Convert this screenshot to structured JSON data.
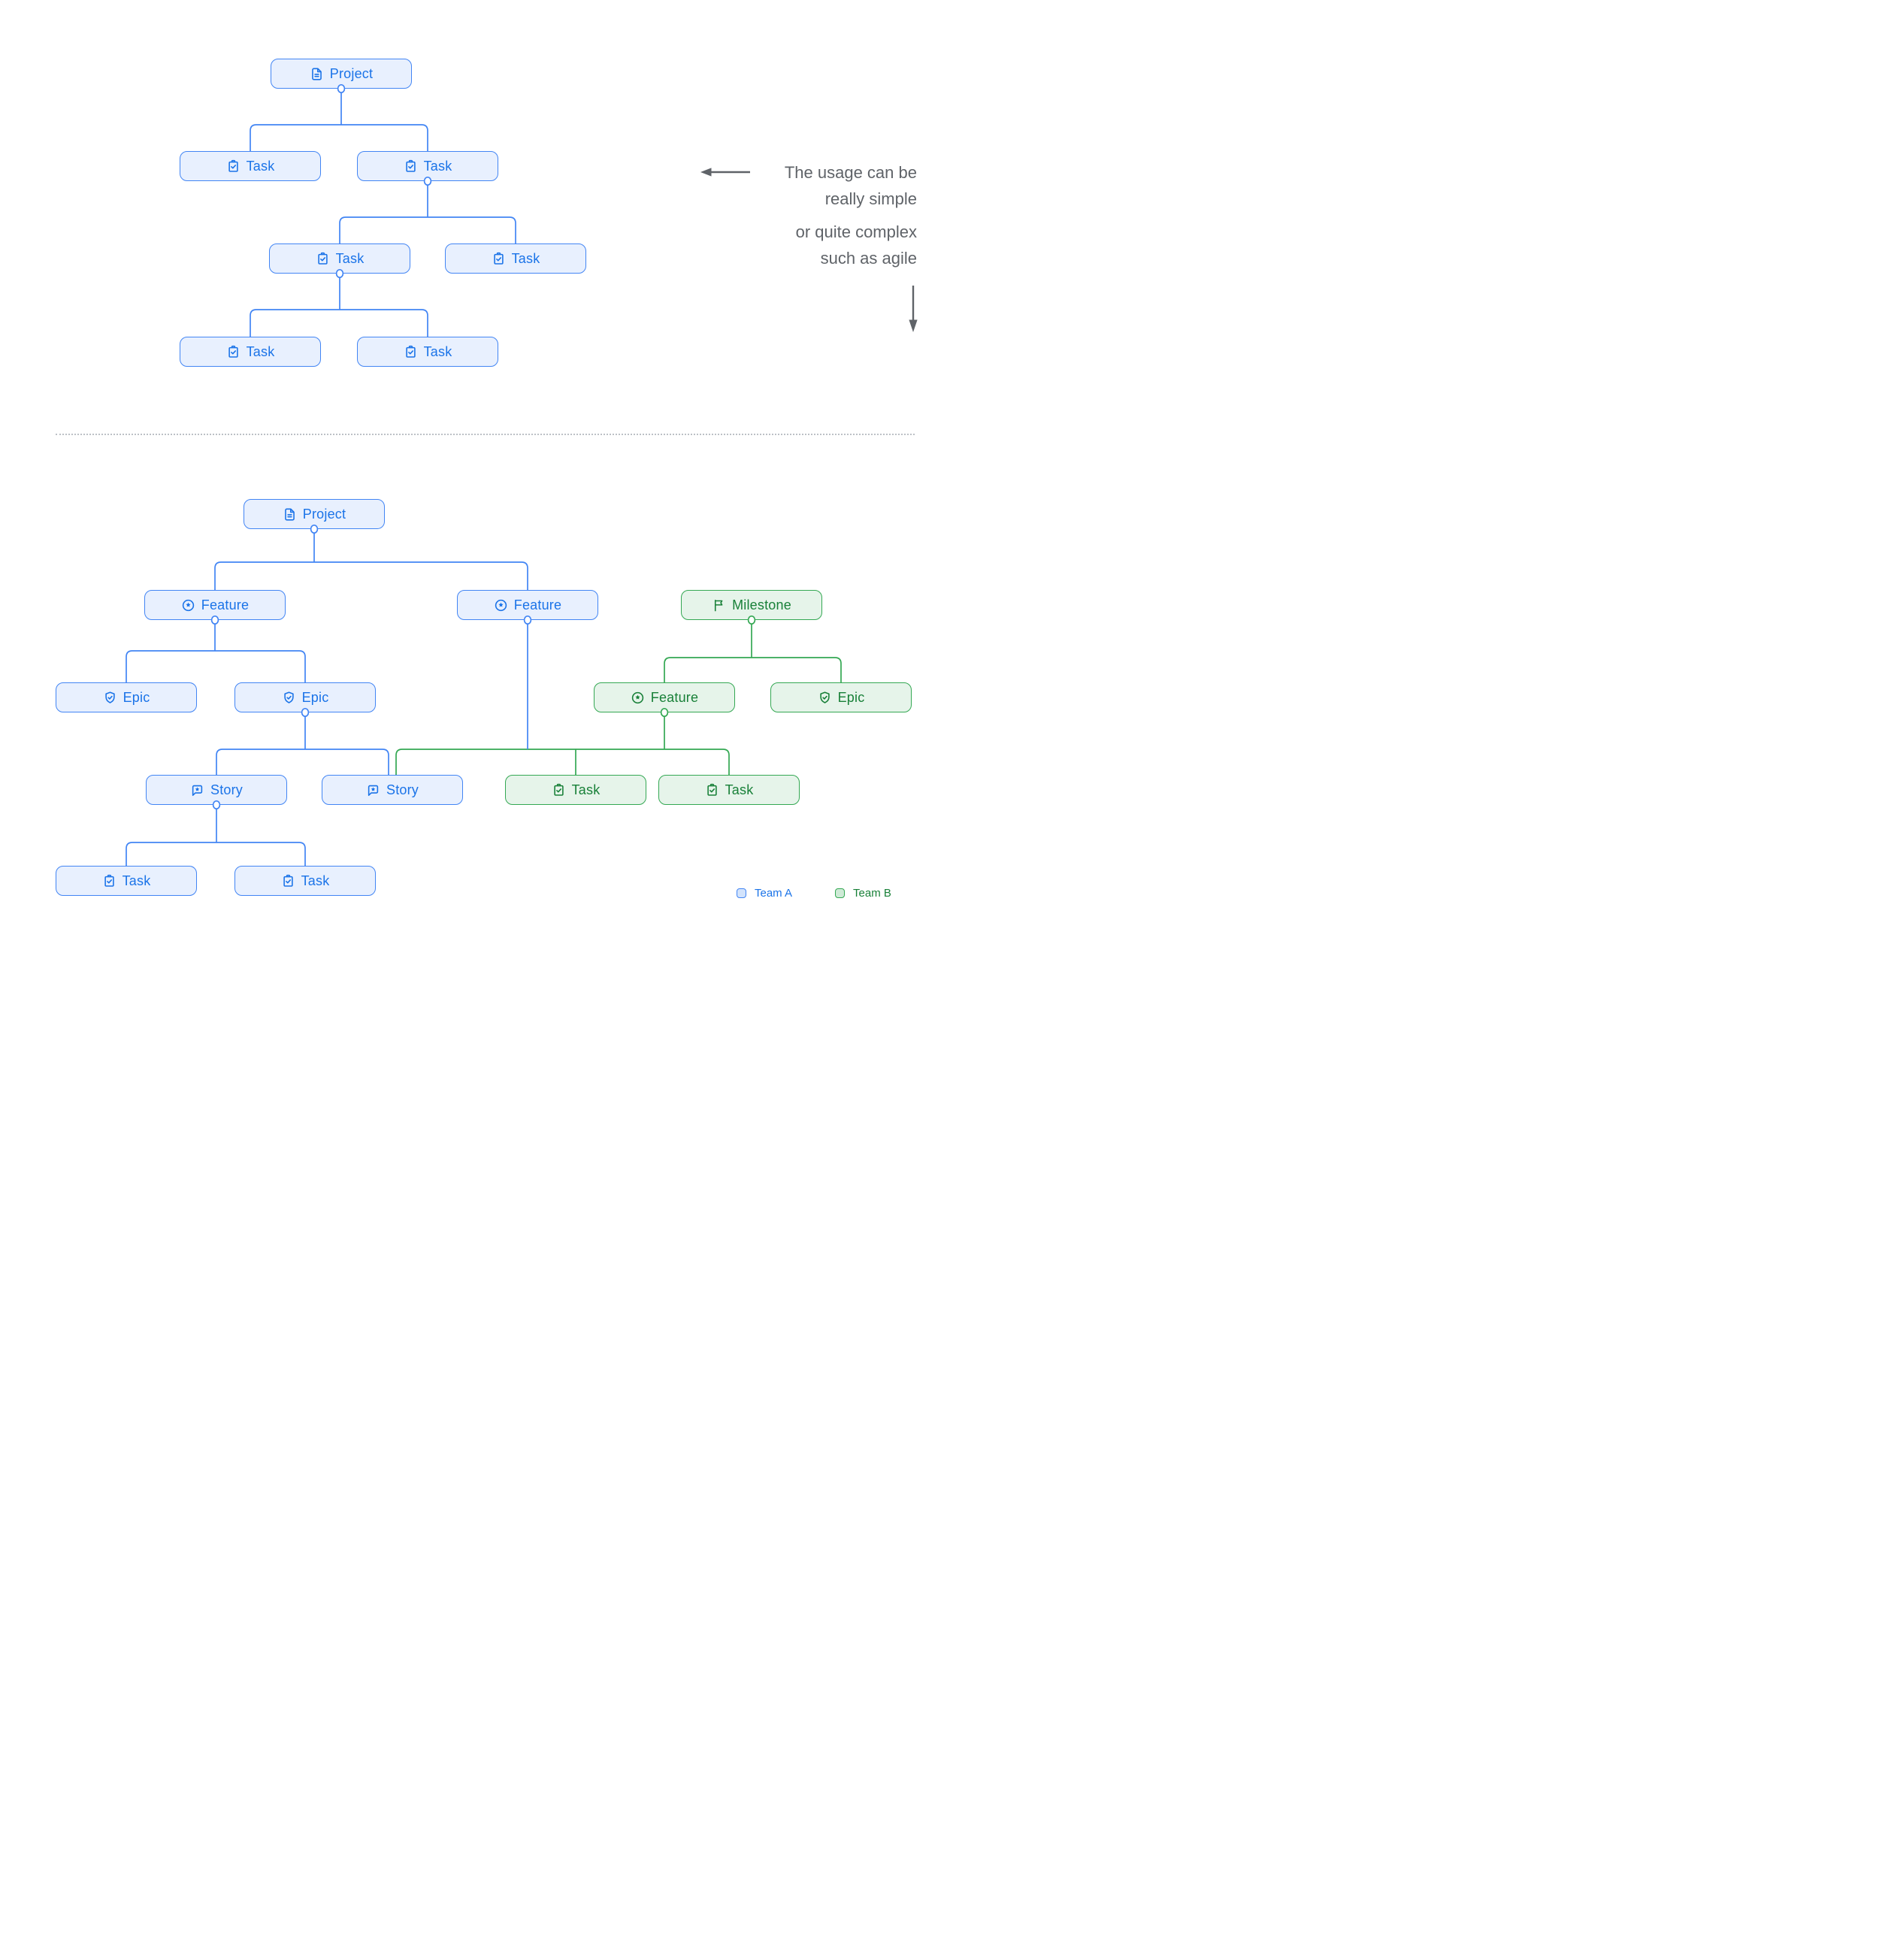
{
  "colors": {
    "team_a_border": "#4285F4",
    "team_a_fill": "#E8F0FE",
    "team_a_text": "#1A73E8",
    "team_b_border": "#34A853",
    "team_b_fill": "#E6F4EA",
    "team_b_text": "#188038",
    "annotation_text": "#5F6368",
    "divider": "#BDC1C6"
  },
  "annotation": {
    "lines": [
      "The usage can be",
      "really simple",
      "or quite complex",
      "such as agile"
    ],
    "left_arrow_icon": "arrow-left-icon",
    "down_arrow_icon": "arrow-down-icon"
  },
  "legend": {
    "items": [
      {
        "label": "Team A",
        "team": "a"
      },
      {
        "label": "Team B",
        "team": "b"
      }
    ]
  },
  "diagrams": [
    {
      "name": "simple-hierarchy",
      "nodes": [
        {
          "id": "t-project",
          "label": "Project",
          "icon": "document-icon",
          "team": "a"
        },
        {
          "id": "t-task1",
          "label": "Task",
          "icon": "task-icon",
          "team": "a"
        },
        {
          "id": "t-task2",
          "label": "Task",
          "icon": "task-icon",
          "team": "a"
        },
        {
          "id": "t-task3",
          "label": "Task",
          "icon": "task-icon",
          "team": "a"
        },
        {
          "id": "t-task4",
          "label": "Task",
          "icon": "task-icon",
          "team": "a"
        },
        {
          "id": "t-task5",
          "label": "Task",
          "icon": "task-icon",
          "team": "a"
        },
        {
          "id": "t-task6",
          "label": "Task",
          "icon": "task-icon",
          "team": "a"
        }
      ],
      "edges": [
        {
          "from": "t-project",
          "to": [
            "t-task1",
            "t-task2"
          ]
        },
        {
          "from": "t-task2",
          "to": [
            "t-task3",
            "t-task4"
          ]
        },
        {
          "from": "t-task3",
          "to": [
            "t-task5",
            "t-task6"
          ]
        }
      ]
    },
    {
      "name": "agile-hierarchy",
      "nodes": [
        {
          "id": "b-project",
          "label": "Project",
          "icon": "document-icon",
          "team": "a"
        },
        {
          "id": "b-feature1",
          "label": "Feature",
          "icon": "feature-icon",
          "team": "a"
        },
        {
          "id": "b-feature2",
          "label": "Feature",
          "icon": "feature-icon",
          "team": "a"
        },
        {
          "id": "b-milestone",
          "label": "Milestone",
          "icon": "milestone-icon",
          "team": "b"
        },
        {
          "id": "b-epic1",
          "label": "Epic",
          "icon": "epic-icon",
          "team": "a"
        },
        {
          "id": "b-epic2",
          "label": "Epic",
          "icon": "epic-icon",
          "team": "a"
        },
        {
          "id": "b-feature3",
          "label": "Feature",
          "icon": "feature-icon",
          "team": "b"
        },
        {
          "id": "b-epic3",
          "label": "Epic",
          "icon": "epic-icon",
          "team": "b"
        },
        {
          "id": "b-story1",
          "label": "Story",
          "icon": "story-icon",
          "team": "a"
        },
        {
          "id": "b-story2",
          "label": "Story",
          "icon": "story-icon",
          "team": "a"
        },
        {
          "id": "b-taskg1",
          "label": "Task",
          "icon": "task-icon",
          "team": "b"
        },
        {
          "id": "b-taskg2",
          "label": "Task",
          "icon": "task-icon",
          "team": "b"
        },
        {
          "id": "b-taskb1",
          "label": "Task",
          "icon": "task-icon",
          "team": "a"
        },
        {
          "id": "b-taskb2",
          "label": "Task",
          "icon": "task-icon",
          "team": "a"
        }
      ],
      "edges": [
        {
          "from": "b-project",
          "to": [
            "b-feature1",
            "b-feature2"
          ]
        },
        {
          "from": "b-feature1",
          "to": [
            "b-epic1",
            "b-epic2"
          ]
        },
        {
          "from": "b-milestone",
          "to": [
            "b-feature3",
            "b-epic3"
          ]
        },
        {
          "from": "b-epic2",
          "to": [
            "b-story1",
            "b-story2"
          ]
        },
        {
          "from": "b-feature3",
          "to": [
            "b-story2",
            "b-taskg1",
            "b-taskg2"
          ]
        },
        {
          "from": "b-feature2",
          "to": [
            "b-story2",
            "b-taskg1",
            "b-taskg2"
          ]
        },
        {
          "from": "b-story1",
          "to": [
            "b-taskb1",
            "b-taskb2"
          ]
        }
      ]
    }
  ]
}
